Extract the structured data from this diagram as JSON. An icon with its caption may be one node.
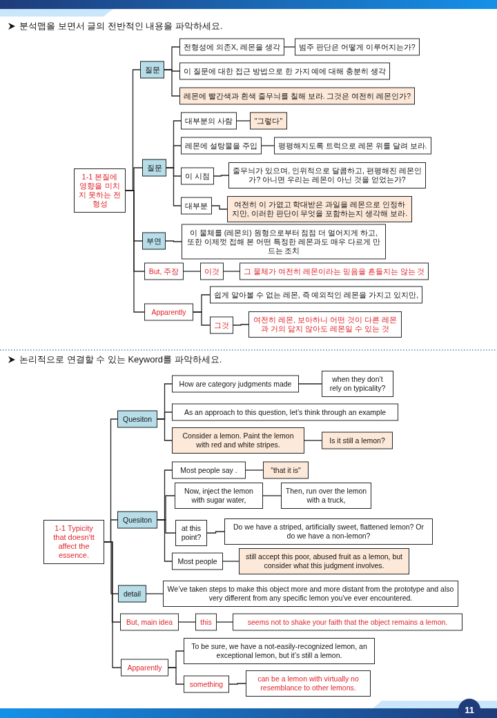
{
  "diagram": {
    "nodes": [
      {
        "text": [
          "1-1 본질에 영향을 미치지 못하는 전형성"
        ]
      },
      {
        "text": [
          "질문"
        ]
      },
      {
        "text": [
          "전형성에 의존X, 레몬을 생각"
        ]
      },
      {
        "text": [
          "범주 판단은 어떻게 이루어지는가?"
        ]
      },
      {
        "text": [
          "이 질문에 대한 접근 방법으로 한 가지 예에 대해 충분히 생각"
        ]
      },
      {
        "text": [
          "레몬에 빨간색과 흰색 줄무늬를 칠해 보라. 그것은 여전히 레몬인가?"
        ]
      },
      {
        "text": [
          "질문"
        ]
      },
      {
        "text": [
          "대부분의 사람"
        ]
      },
      {
        "text": [
          "\"그렇다\""
        ]
      },
      {
        "text": [
          "레몬에 설탕물을 주입"
        ]
      },
      {
        "text": [
          "평평해지도록 트럭으로 레몬 위를 달려 보라."
        ]
      },
      {
        "text": [
          "이 시점"
        ]
      },
      {
        "text": [
          "줄무늬가 있으며, 인위적으로 달콤하고, 편평해진 레몬인가? 아니면 우리는 레몬이 아닌 것을 얻었는가?"
        ]
      },
      {
        "text": [
          "대부분"
        ]
      },
      {
        "text": [
          "여전히 이 가엾고 학대받은 과일을 레몬으로 인정하지만, 이러한 판단이 무엇을 포함하는지 생각해 보라."
        ]
      },
      {
        "text": [
          "부연"
        ]
      },
      {
        "text": [
          "이 물체를 (레몬의) 원형으로부터 점점 더 멀어지게 하고, 또한 이제껏 접해 본 어떤 특정한 레몬과도 매우 다르게 만드는 조치"
        ]
      },
      {
        "text": [
          "But, 주장"
        ]
      },
      {
        "text": [
          "이것"
        ]
      },
      {
        "text": [
          "그 물체가 여전히 레몬이라는 믿음을 흔들지는 않는 것"
        ]
      },
      {
        "text": [
          "Apparently"
        ]
      },
      {
        "text": [
          "쉽게 알아볼 수 없는 레몬, 즉 예외적인 레몬을 가지고 있지만,"
        ]
      },
      {
        "text": [
          "그것"
        ]
      },
      {
        "text": [
          "여전히 레몬, 보아하니 어떤 것이 다른 레몬과 거의 닮지 않아도 레몬일 수 있는 것"
        ]
      },
      {
        "text": [
          "1-1 Typicity that doesn'tt affect the essence."
        ]
      },
      {
        "text": [
          "Quesiton"
        ]
      },
      {
        "text": [
          "How are category judgments made"
        ]
      },
      {
        "text": [
          "when they don’t rely on typicality?"
        ]
      },
      {
        "text": [
          "As an approach to this question, let’s think through an example"
        ]
      },
      {
        "text": [
          "Consider a lemon. Paint the lemon with red and white stripes."
        ]
      },
      {
        "text": [
          "Is it still a lemon?"
        ]
      },
      {
        "text": [
          "Quesiton"
        ]
      },
      {
        "text": [
          "Most people say ."
        ]
      },
      {
        "text": [
          "\"that it is\""
        ]
      },
      {
        "text": [
          "Now, inject the lemon with sugar water,"
        ]
      },
      {
        "text": [
          "Then, run over the lemon with a truck,"
        ]
      },
      {
        "text": [
          "at this point?"
        ]
      },
      {
        "text": [
          "Do we have a striped, artificially sweet, flattened lemon? Or do we have a non-lemon?"
        ]
      },
      {
        "text": [
          "Most people"
        ]
      },
      {
        "text": [
          "still accept this poor, abused fruit as a lemon, but consider what this judgment involves."
        ]
      },
      {
        "text": [
          "detail"
        ]
      },
      {
        "text": [
          "We’ve taken steps to make this object more and more distant from the prototype and also very different from any specific lemon you’ve ever encountered."
        ]
      },
      {
        "text": [
          "But, main idea"
        ]
      },
      {
        "text": [
          "this"
        ]
      },
      {
        "text": [
          "seems not to shake your faith that the object remains a lemon."
        ]
      },
      {
        "text": [
          "Apparently"
        ]
      },
      {
        "text": [
          "To be sure, we have a not-easily-recognized lemon, an exceptional lemon, but it’s still a lemon."
        ]
      },
      {
        "text": [
          "something"
        ]
      },
      {
        "text": [
          "can be a lemon with virtually no resemblance to other lemons."
        ]
      }
    ],
    "edges": [
      {
        "from": 0,
        "to": 1,
        "arrow": "none"
      },
      {
        "from": 0,
        "to": 6,
        "arrow": "none"
      },
      {
        "from": 0,
        "to": 15,
        "arrow": "none"
      },
      {
        "from": 0,
        "to": 17,
        "arrow": "none"
      },
      {
        "from": 0,
        "to": 20,
        "arrow": "none"
      },
      {
        "from": 1,
        "to": 2,
        "arrow": "none"
      },
      {
        "from": 1,
        "to": 4,
        "arrow": "none"
      },
      {
        "from": 1,
        "to": 5,
        "arrow": "none"
      },
      {
        "from": 2,
        "to": 3,
        "arrow": "none"
      },
      {
        "from": 6,
        "to": 7,
        "arrow": "none"
      },
      {
        "from": 6,
        "to": 9,
        "arrow": "none"
      },
      {
        "from": 6,
        "to": 11,
        "arrow": "none"
      },
      {
        "from": 6,
        "to": 13,
        "arrow": "none"
      },
      {
        "from": 7,
        "to": 8,
        "arrow": "none"
      },
      {
        "from": 9,
        "to": 10,
        "arrow": "none"
      },
      {
        "from": 11,
        "to": 12,
        "arrow": "none"
      },
      {
        "from": 13,
        "to": 14,
        "arrow": "none"
      },
      {
        "from": 15,
        "to": 16,
        "arrow": "none"
      },
      {
        "from": 17,
        "to": 18,
        "arrow": "none"
      },
      {
        "from": 18,
        "to": 19,
        "arrow": "none"
      },
      {
        "from": 20,
        "to": 21,
        "arrow": "none"
      },
      {
        "from": 20,
        "to": 22,
        "arrow": "none"
      },
      {
        "from": 22,
        "to": 23,
        "arrow": "none"
      },
      {
        "from": 24,
        "to": 25,
        "arrow": "none"
      },
      {
        "from": 24,
        "to": 31,
        "arrow": "none"
      },
      {
        "from": 24,
        "to": 40,
        "arrow": "none"
      },
      {
        "from": 24,
        "to": 42,
        "arrow": "none"
      },
      {
        "from": 24,
        "to": 45,
        "arrow": "none"
      },
      {
        "from": 25,
        "to": 26,
        "arrow": "none"
      },
      {
        "from": 25,
        "to": 28,
        "arrow": "none"
      },
      {
        "from": 25,
        "to": 29,
        "arrow": "none"
      },
      {
        "from": 26,
        "to": 27,
        "arrow": "none"
      },
      {
        "from": 29,
        "to": 30,
        "arrow": "none"
      },
      {
        "from": 31,
        "to": 32,
        "arrow": "none"
      },
      {
        "from": 31,
        "to": 34,
        "arrow": "none"
      },
      {
        "from": 31,
        "to": 36,
        "arrow": "none"
      },
      {
        "from": 31,
        "to": 38,
        "arrow": "none"
      },
      {
        "from": 32,
        "to": 33,
        "arrow": "none"
      },
      {
        "from": 34,
        "to": 35,
        "arrow": "none"
      },
      {
        "from": 36,
        "to": 37,
        "arrow": "none"
      },
      {
        "from": 38,
        "to": 39,
        "arrow": "none"
      },
      {
        "from": 40,
        "to": 41,
        "arrow": "none"
      },
      {
        "from": 42,
        "to": 43,
        "arrow": "none"
      },
      {
        "from": 43,
        "to": 44,
        "arrow": "none"
      },
      {
        "from": 45,
        "to": 46,
        "arrow": "none"
      },
      {
        "from": 45,
        "to": 47,
        "arrow": "none"
      },
      {
        "from": 47,
        "to": 48,
        "arrow": "none"
      }
    ],
    "labels": [
      "분석맵을 보면서 글의 전반적인 내용을 파악하세요.",
      "논리적으로 연결할 수 있는 Keyword를 파악하세요.",
      "11"
    ]
  }
}
